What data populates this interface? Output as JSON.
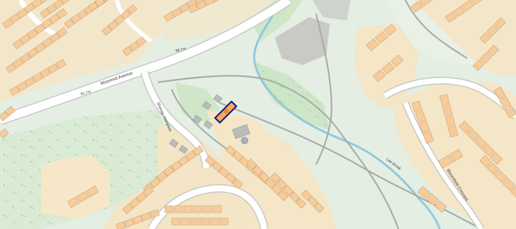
{
  "map": {
    "labels": {
      "road_main": "Moorend Avenue",
      "road_side": "Sheraw Hampton",
      "road_east": "Bloomfield Crescent",
      "stream": "Lee Brook",
      "spot_height_1": "88.7m",
      "spot_height_2": "81.7m"
    },
    "colors": {
      "background": "#e4eee3",
      "open_space": "#d7ead2",
      "sand_area": "#f4e6c6",
      "building": "#f6cc9a",
      "building_outline": "#c9a27c",
      "road": "#ffffff",
      "road_edge": "#c4c8c4",
      "track": "#a7aca9",
      "water": "#8ec8dc",
      "highlight_outline": "#141d6b",
      "highlight_fill": "#e88a3a",
      "grey_building": "#b8bdbb"
    },
    "highlight": {
      "shape": "property-boundary",
      "marker": "subject-property"
    }
  }
}
